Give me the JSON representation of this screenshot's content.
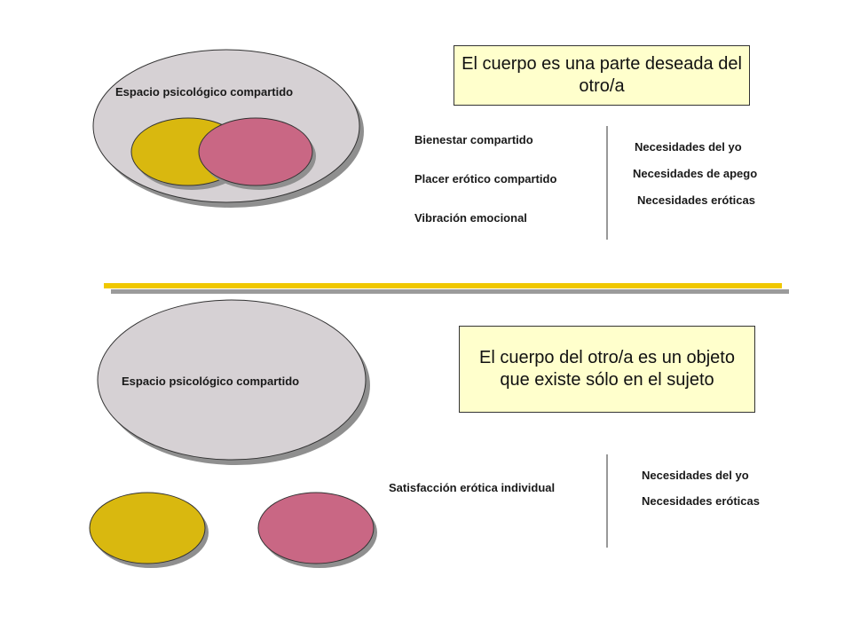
{
  "colors": {
    "space_fill": "#d6d1d4",
    "yellow_fill": "#d9b80f",
    "pink_fill": "#c96784",
    "box_fill": "#ffffcc",
    "divider_yellow": "#f0c800",
    "divider_gray": "#9b9b9b",
    "shadow": "#8f8f8f"
  },
  "top": {
    "space_label": "Espacio psicológico compartido",
    "box_text": "El cuerpo es una parte deseada del otro/a",
    "left_items": [
      "Bienestar compartido",
      "Placer erótico compartido",
      "Vibración emocional"
    ],
    "right_items": [
      "Necesidades del yo",
      "Necesidades de apego",
      "Necesidades eróticas"
    ]
  },
  "bottom": {
    "space_label": "Espacio psicológico compartido",
    "box_text": "El cuerpo del otro/a es un objeto que existe sólo en el sujeto",
    "left_items": [
      "Satisfacción erótica individual"
    ],
    "right_items": [
      "Necesidades del yo",
      "Necesidades eróticas"
    ]
  }
}
